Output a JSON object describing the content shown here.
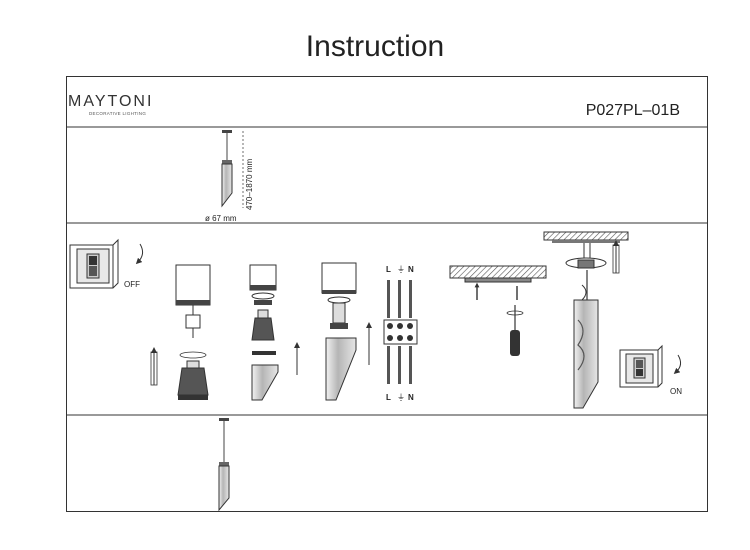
{
  "page": {
    "title": "Instruction"
  },
  "header": {
    "brand": "MAYTONI",
    "brand_tagline": "DECORATIVE LIGHTING",
    "model": "P027PL–01B"
  },
  "dimensions": {
    "height_range": "470–1870 mm",
    "diameter": "ø 67 mm"
  },
  "switch_labels": {
    "off": "OFF",
    "on": "ON"
  },
  "terminal_labels": {
    "live": "L",
    "earth": "⏚",
    "neutral": "N"
  },
  "colors": {
    "line": "#333333",
    "shade": "#9a9a9a",
    "dark": "#3a3a3a"
  },
  "icons": [
    "wall-switch-icon",
    "screwdriver-icon",
    "arrow-up-icon",
    "rotate-arrow-icon",
    "terminal-block-icon",
    "gu10-bulb-icon"
  ]
}
